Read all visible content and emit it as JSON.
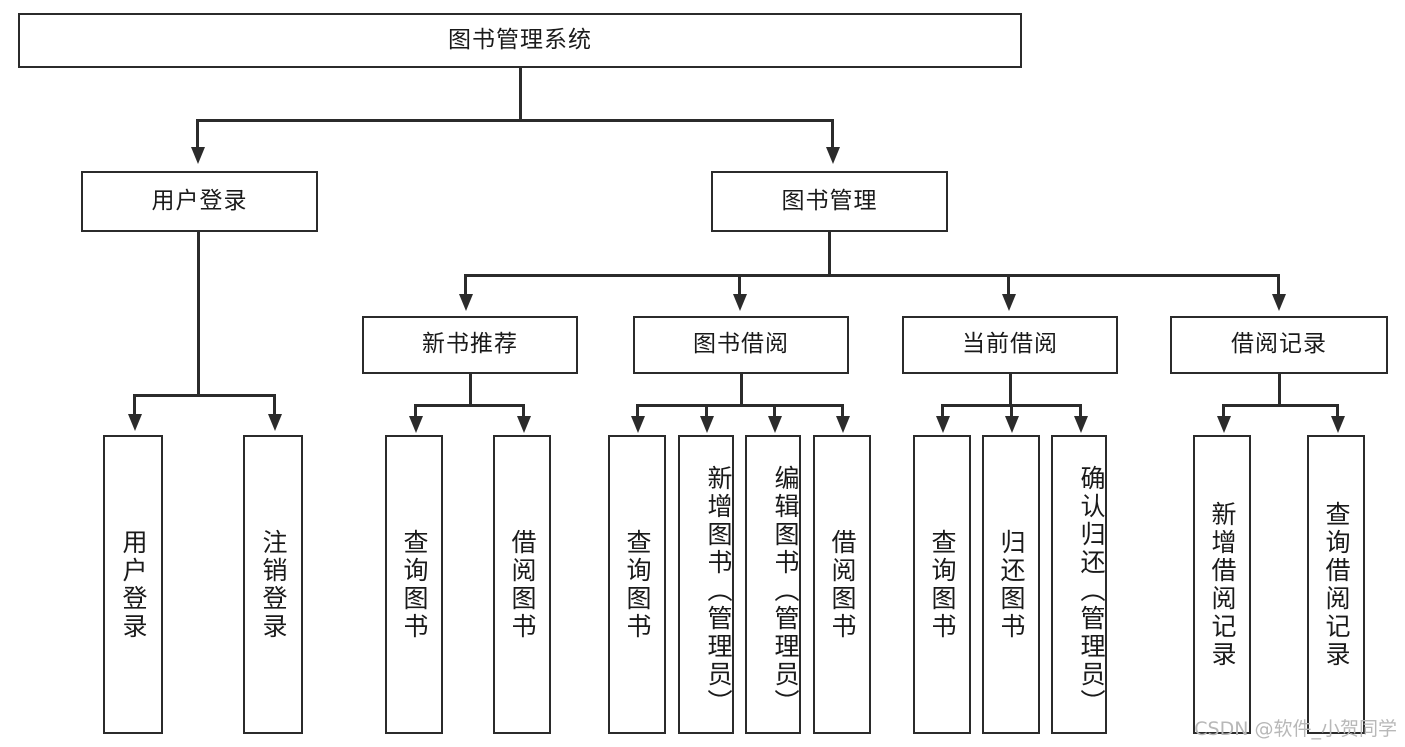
{
  "diagram": {
    "title": "图书管理系统",
    "type": "tree-hierarchy",
    "root": {
      "label": "图书管理系统"
    },
    "level2": [
      {
        "label": "用户登录"
      },
      {
        "label": "图书管理"
      }
    ],
    "level3": [
      {
        "label": "新书推荐"
      },
      {
        "label": "图书借阅"
      },
      {
        "label": "当前借阅"
      },
      {
        "label": "借阅记录"
      }
    ],
    "leaves": {
      "user_login": [
        {
          "label": "用户登录"
        },
        {
          "label": "注销登录"
        }
      ],
      "new_book_recommend": [
        {
          "label": "查询图书"
        },
        {
          "label": "借阅图书"
        }
      ],
      "book_borrow": [
        {
          "label": "查询图书"
        },
        {
          "label": "新增图书（管理员）"
        },
        {
          "label": "编辑图书（管理员）"
        },
        {
          "label": "借阅图书"
        }
      ],
      "current_borrow": [
        {
          "label": "查询图书"
        },
        {
          "label": "归还图书"
        },
        {
          "label": "确认归还（管理员）"
        }
      ],
      "borrow_record": [
        {
          "label": "新增借阅记录"
        },
        {
          "label": "查询借阅记录"
        }
      ]
    }
  },
  "watermark": {
    "text": "CSDN @软件_小贺同学"
  },
  "colors": {
    "stroke": "#2b2b2b",
    "background": "#ffffff",
    "text": "#1a1a1a",
    "watermark": "#b8b8b8"
  }
}
